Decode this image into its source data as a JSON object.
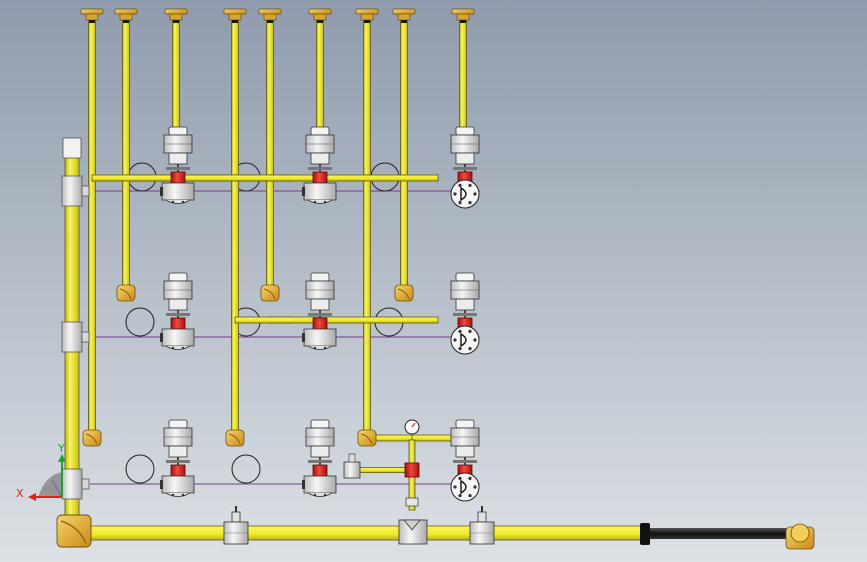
{
  "axes": {
    "x_label": "X",
    "y_label": "Y"
  },
  "colors": {
    "pipe": "#f4ee2a",
    "pipe_edge": "#5e5a16",
    "elbow": "#e4ad2c",
    "valve_body": "#e8e8e8",
    "valve_red": "#e02a20",
    "signal_line": "#7a3a8a",
    "axis_x": "#e02020",
    "axis_y": "#20a030",
    "axis_z": "#2040e0"
  },
  "assembly": {
    "risers": 9,
    "valve_rows": 3,
    "valve_columns": 3,
    "ceiling_nozzles": 9
  }
}
